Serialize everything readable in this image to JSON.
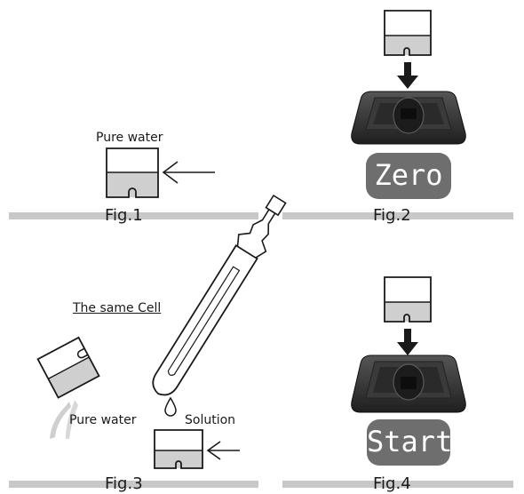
{
  "fig1": {
    "label": "Pure water",
    "caption": "Fig.1"
  },
  "fig2": {
    "button": "Zero",
    "caption": "Fig.2"
  },
  "fig3": {
    "same_cell_label": "The same Cell",
    "pure_water_label": "Pure water",
    "solution_label": "Solution",
    "caption": "Fig.3"
  },
  "fig4": {
    "button": "Start",
    "caption": "Fig.4"
  },
  "colors": {
    "line": "#1a1a1a",
    "liquid": "#cfcfcf",
    "divider": "#c8c8c8",
    "button": "#6e6e6e",
    "meter_body": "#333333",
    "meter_top": "#4a4a4a"
  }
}
